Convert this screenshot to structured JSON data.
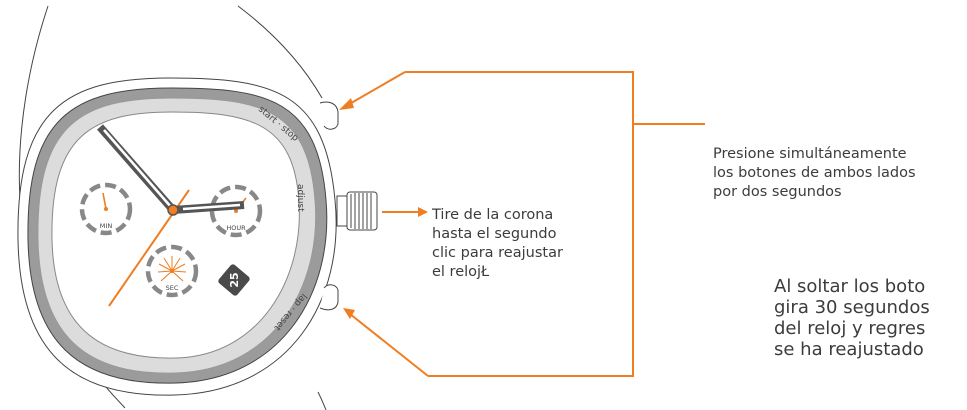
{
  "colors": {
    "accent": "#ef7d22",
    "outline": "#444444",
    "case_gray": "#9b9b9b",
    "bezel_light": "#dcdcdc",
    "text": "#3c3c3c"
  },
  "bezel_labels": {
    "start_stop": "start · stop",
    "adjust": "adjust",
    "lap_reset": "lap · reset"
  },
  "subdials": {
    "min": "MIN",
    "hour": "HOUR",
    "sec": "SEC"
  },
  "date_window": "25",
  "notes": {
    "crown": [
      "Tire de la corona",
      "hasta el segundo",
      "clic para reajustar",
      "el relojŁ"
    ],
    "buttons": [
      "Presione simultáneamente",
      "los botones de ambos lados",
      "por dos segundos"
    ],
    "release": [
      "Al soltar los boto",
      "gira 30 segundos",
      "del reloj y regres",
      "se ha reajustado"
    ]
  }
}
